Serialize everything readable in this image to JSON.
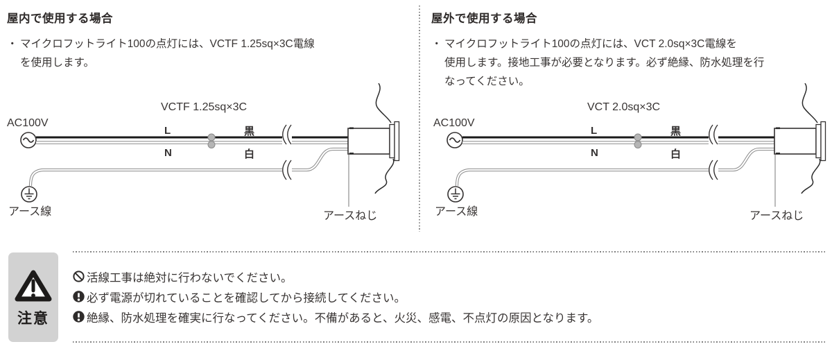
{
  "panels": [
    {
      "id": "indoor",
      "heading": "屋内で使用する場合",
      "bullet": "・",
      "body_lines": {
        "0": "マイクロフットライト100の点灯には、VCTF 1.25sq×3C電線",
        "1": "を使用します。"
      },
      "diagram": {
        "cable_label": "VCTF 1.25sq×3C",
        "source_label": "AC100V",
        "live_label": "L",
        "neutral_label": "N",
        "black_wire_label": "黒",
        "white_wire_label": "白",
        "earth_wire_label": "アース線",
        "earth_screw_label": "アースねじ"
      }
    },
    {
      "id": "outdoor",
      "heading": "屋外で使用する場合",
      "bullet": "・",
      "body_lines": {
        "0": "マイクロフットライト100の点灯には、VCT 2.0sq×3C電線を",
        "1": "使用します。接地工事が必要となります。必ず絶縁、防水処理を行",
        "2": "なってください。"
      },
      "diagram": {
        "cable_label": "VCT 2.0sq×3C",
        "source_label": "AC100V",
        "live_label": "L",
        "neutral_label": "N",
        "black_wire_label": "黒",
        "white_wire_label": "白",
        "earth_wire_label": "アース線",
        "earth_screw_label": "アースねじ"
      }
    }
  ],
  "caution": {
    "badge_label": "注意",
    "items": [
      {
        "icon": "prohibition-icon",
        "text": "活線工事は絶対に行わないでください。"
      },
      {
        "icon": "exclamation-circle-icon",
        "text": "必ず電源が切れていることを確認してから接続してください。"
      },
      {
        "icon": "exclamation-circle-icon",
        "text": "絶縁、防水処理を確実に行なってください。不備があると、火災、感電、不点灯の原因となります。"
      }
    ]
  },
  "colors": {
    "text": "#383433",
    "badge_bg": "#d2d2d2",
    "dotted_line": "#7d7d7d",
    "wire_black": "#1a1a1a",
    "wire_outline_gray": "#8a8a8a"
  }
}
